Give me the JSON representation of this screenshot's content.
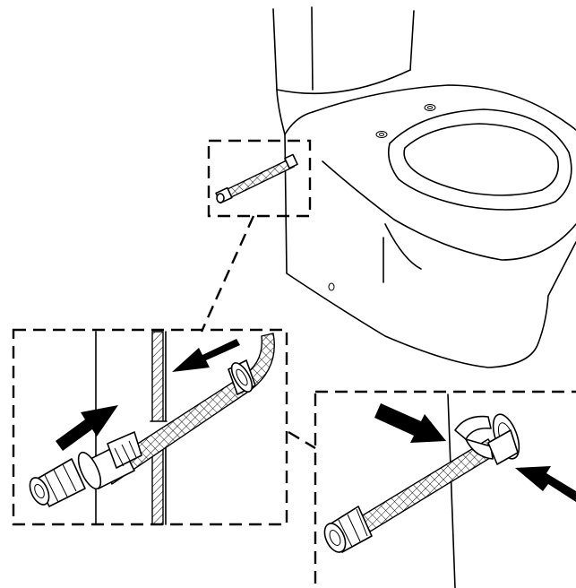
{
  "figure": {
    "panels": [
      {
        "id": "overview",
        "content": "toilet-with-hose"
      },
      {
        "id": "detail-left",
        "content": "hose-through-wall"
      },
      {
        "id": "detail-right",
        "content": "hose-clip-fitting"
      }
    ],
    "colors": {
      "line": "#000000",
      "background": "#ffffff"
    },
    "icons": [
      "arrow-icon",
      "arrow-icon",
      "arrow-icon",
      "arrow-icon"
    ]
  }
}
